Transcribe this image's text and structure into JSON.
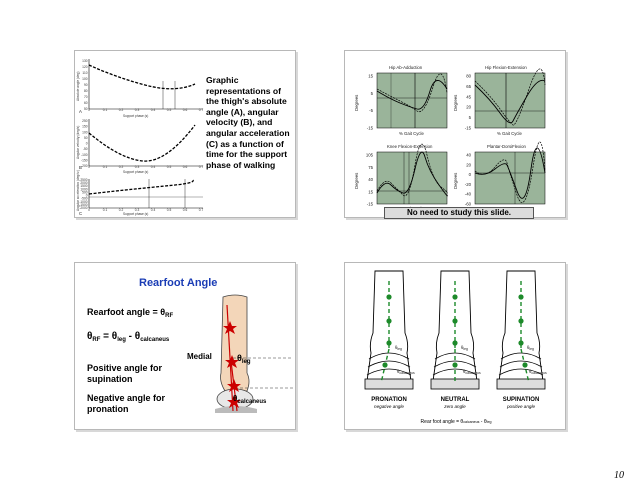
{
  "page_number": "10",
  "slide1": {
    "text": "Graphic representations of the thigh's absolute angle (A), angular velocity (B), and angular acceleration (C) as a function of time for the support phase of walking",
    "panel_letters": [
      "A",
      "B",
      "C"
    ],
    "x_label": "Support phase (s)",
    "x_ticks": [
      "0",
      "0.1",
      "0.2",
      "0.3",
      "0.4",
      "0.5",
      "0.6",
      "0.7"
    ],
    "y_labels": [
      "Absolute angle (deg)",
      "Angular velocity (deg/s)",
      "Angular acceleration (deg/s²)"
    ],
    "a_ticks": [
      "130",
      "120",
      "110",
      "100",
      "90",
      "80",
      "70",
      "60",
      "50"
    ],
    "b_ticks": [
      "250",
      "150",
      "100",
      "50",
      "0",
      "-50",
      "-100",
      "-150",
      "-200"
    ],
    "c_ticks": [
      "2500",
      "2000",
      "1500",
      "1000",
      "500",
      "0",
      "-500",
      "-1000",
      "-1500",
      "-2000"
    ]
  },
  "slide2": {
    "panels": [
      {
        "title": "Hip Ab-Adduction",
        "ylabel": "Degrees",
        "ticks": [
          "15",
          "5",
          "-5",
          "-15"
        ],
        "xlabel": "% Gait Cycle"
      },
      {
        "title": "Hip Flexion-Extension",
        "ylabel": "Degrees",
        "ticks": [
          "80",
          "65",
          "45",
          "20",
          "5",
          "-15"
        ],
        "xlabel": "% Gait Cycle"
      },
      {
        "title": "Knee Flexion-Extension",
        "ylabel": "Degrees",
        "ticks": [
          "105",
          "75",
          "40",
          "15",
          "-15"
        ],
        "xlabel": "% Gait Cycle"
      },
      {
        "title": "Plantar-DorsiFlexion",
        "ylabel": "Degrees",
        "ticks": [
          "40",
          "20",
          "0",
          "-20",
          "-40",
          "-60"
        ],
        "xlabel": "% Gait Cycle"
      }
    ],
    "note": "No need to study this slide."
  },
  "slide3": {
    "title": "Rearfoot Angle",
    "line1": "Rearfoot angle = θ",
    "line1_sub": "RF",
    "formula": {
      "t1": "θ",
      "s1": "RF",
      "eq": " = θ",
      "s2": "leg",
      "minus": " - θ",
      "s3": "calcaneus"
    },
    "positive": "Positive angle for supination",
    "negative": "Negative angle for pronation",
    "medial": "Medial",
    "theta_leg": {
      "t": "θ",
      "s": "leg"
    },
    "theta_calc": {
      "t": "θ",
      "s": "calcaneus"
    }
  },
  "slide4": {
    "labels": [
      {
        "name": "PRONATION",
        "sub": "negative angle"
      },
      {
        "name": "NEUTRAL",
        "sub": "zero angle"
      },
      {
        "name": "SUPINATION",
        "sub": "positive angle"
      }
    ],
    "theta_leg": "θ",
    "leg_sub": "leg",
    "theta_calc": "θ",
    "calc_sub": "calcaneus",
    "formula": "Rear foot angle = θ",
    "formula_s1": "calcaneus",
    "formula_mid": " - θ",
    "formula_s2": "leg"
  }
}
